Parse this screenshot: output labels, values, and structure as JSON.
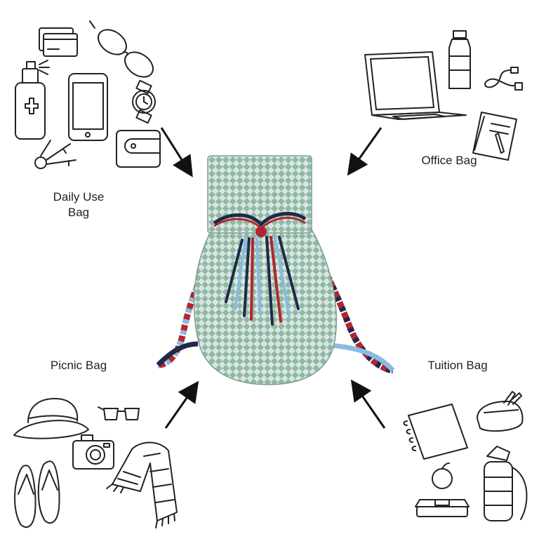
{
  "labels": {
    "daily_line1": "Daily Use",
    "daily_line2": "Bag",
    "office": "Office Bag",
    "picnic": "Picnic Bag",
    "tuition": "Tuition Bag"
  },
  "colors": {
    "bag_weave": "#8fb8a6",
    "bag_weave_light": "#d9e6df",
    "strap_red": "#b3262f",
    "strap_navy": "#1e2a4a",
    "strap_blue": "#8bbbe0",
    "line": "#222222"
  },
  "icons": {
    "daily": [
      "credit-card-icon",
      "sunglasses-icon",
      "sanitizer-spray-icon",
      "smartphone-icon",
      "wristwatch-icon",
      "wallet-icon",
      "keys-icon"
    ],
    "office": [
      "laptop-icon",
      "water-bottle-icon",
      "charger-cable-icon",
      "notebook-pen-icon"
    ],
    "picnic": [
      "bucket-hat-icon",
      "glasses-icon",
      "camera-icon",
      "flip-flops-icon",
      "scarf-icon"
    ],
    "tuition": [
      "spiral-notebook-icon",
      "pencil-case-icon",
      "lunch-box-icon",
      "sports-bottle-icon"
    ]
  }
}
